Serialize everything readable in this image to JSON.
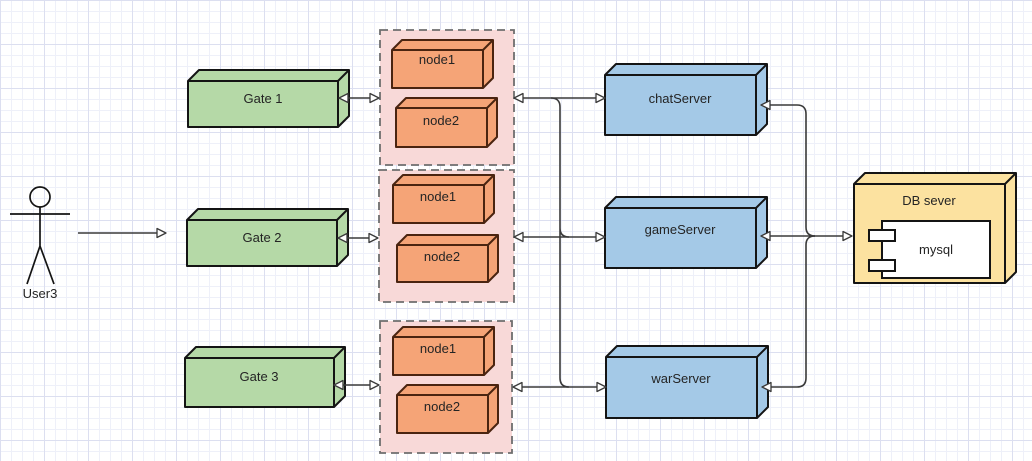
{
  "colors": {
    "background": "#ffffff",
    "grid_minor": "#eef0f9",
    "grid_major": "#dcdff0",
    "gate_fill": "#b5d9a7",
    "node_fill": "#f5a477",
    "node_stroke": "#4a2410",
    "server_fill": "#a4c9e7",
    "db_fill": "#fce2a0",
    "cluster_fill": "#f8d9d8",
    "cluster_stroke": "#6e6e6e",
    "shape_stroke": "#141414",
    "connector_stroke": "#3a3a3a"
  },
  "actor": {
    "label": "User3"
  },
  "gates": [
    {
      "label": "Gate 1"
    },
    {
      "label": "Gate 2"
    },
    {
      "label": "Gate 3"
    }
  ],
  "clusters": [
    {
      "nodes": [
        {
          "label": "node1"
        },
        {
          "label": "node2"
        }
      ]
    },
    {
      "nodes": [
        {
          "label": "node1"
        },
        {
          "label": "node2"
        }
      ]
    },
    {
      "nodes": [
        {
          "label": "node1"
        },
        {
          "label": "node2"
        }
      ]
    }
  ],
  "servers": [
    {
      "label": "chatServer"
    },
    {
      "label": "gameServer"
    },
    {
      "label": "warServer"
    }
  ],
  "database": {
    "label": "DB sever",
    "component_label": "mysql"
  }
}
